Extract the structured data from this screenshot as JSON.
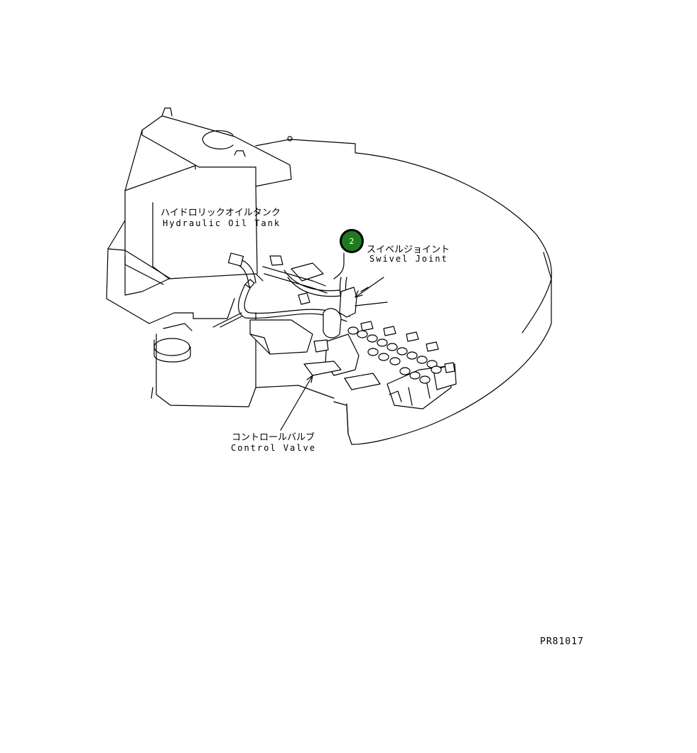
{
  "callout": {
    "number": "2",
    "color": "#1f7a1f"
  },
  "labels": {
    "hydraulic_tank_jp": "ハイドロリックオイルタンク",
    "hydraulic_tank_en": "Hydraulic Oil Tank",
    "swivel_joint_jp": "スイベルジョイント",
    "swivel_joint_en": "Swivel Joint",
    "control_valve_jp": "コントロールバルブ",
    "control_valve_en": "Control Valve"
  },
  "figure_id": "PR81017"
}
